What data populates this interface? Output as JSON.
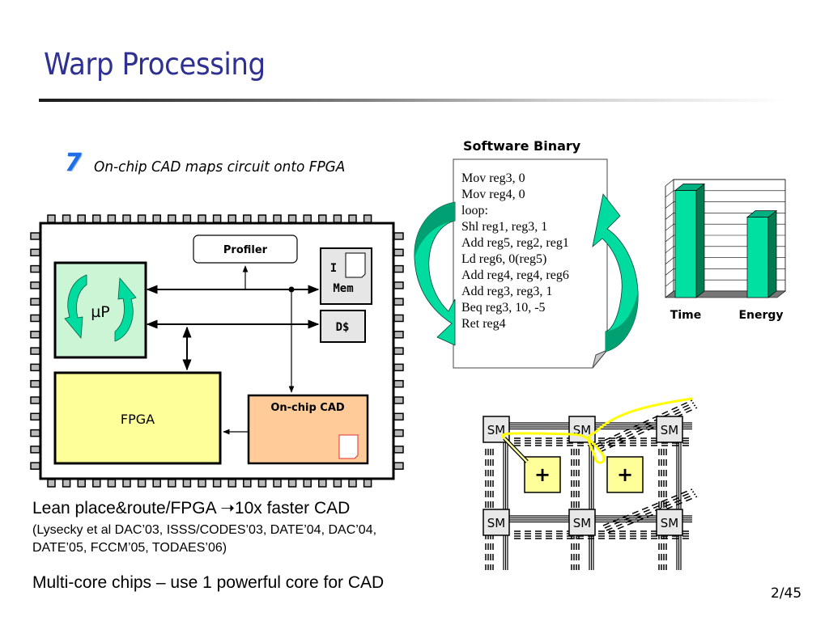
{
  "slide": {
    "title": "Warp Processing",
    "step_number": "7",
    "step_text": "On-chip CAD maps circuit onto FPGA",
    "page_number": "2/45"
  },
  "chip": {
    "profiler_label": "Profiler",
    "up_label": "µP",
    "imem_label_top": "I",
    "imem_label_bottom": "Mem",
    "dcache_label": "D$",
    "fpga_label": "FPGA",
    "cad_label": "On-chip CAD",
    "colors": {
      "up_fill": "#ccf5d6",
      "fpga_fill": "#ffff99",
      "cad_fill": "#ffcc99",
      "mem_fill": "#e6e6e6",
      "pin_fill": "#bbbbbb",
      "arrow_fill": "#00dca0",
      "arrow_dark": "#00a072"
    }
  },
  "software_binary": {
    "title": "Software Binary",
    "lines": [
      "Mov reg3, 0",
      "Mov reg4, 0",
      "loop:",
      "Shl reg1, reg3, 1",
      "Add reg5, reg2, reg1",
      "Ld reg6, 0(reg5)",
      "Add reg4, reg4, reg6",
      "Add reg3, reg3, 1",
      "Beq reg3, 10, -5",
      "Ret reg4"
    ]
  },
  "chart_data": {
    "type": "bar",
    "title": "",
    "categories": [
      "Time",
      "Energy"
    ],
    "values": [
      9.6,
      7.2
    ],
    "xlabel": "",
    "ylabel": "",
    "ylim": [
      0,
      10
    ],
    "grid": true,
    "legend": "none",
    "style": "3d",
    "bar_color": "#00e0a0"
  },
  "fabric": {
    "switch_label": "SM",
    "adder_label": "+",
    "route_color": "#ffff00"
  },
  "bullets": {
    "lean": "Lean place&route/FPGA ➝10x faster CAD",
    "refs_line1": "(Lysecky et al DAC’03, ISSS/CODES’03, DATE’04, DAC’04,",
    "refs_line2": "DATE’05, FCCM’05, TODAES’06)",
    "multi": "Multi-core chips – use 1 powerful core for CAD"
  }
}
